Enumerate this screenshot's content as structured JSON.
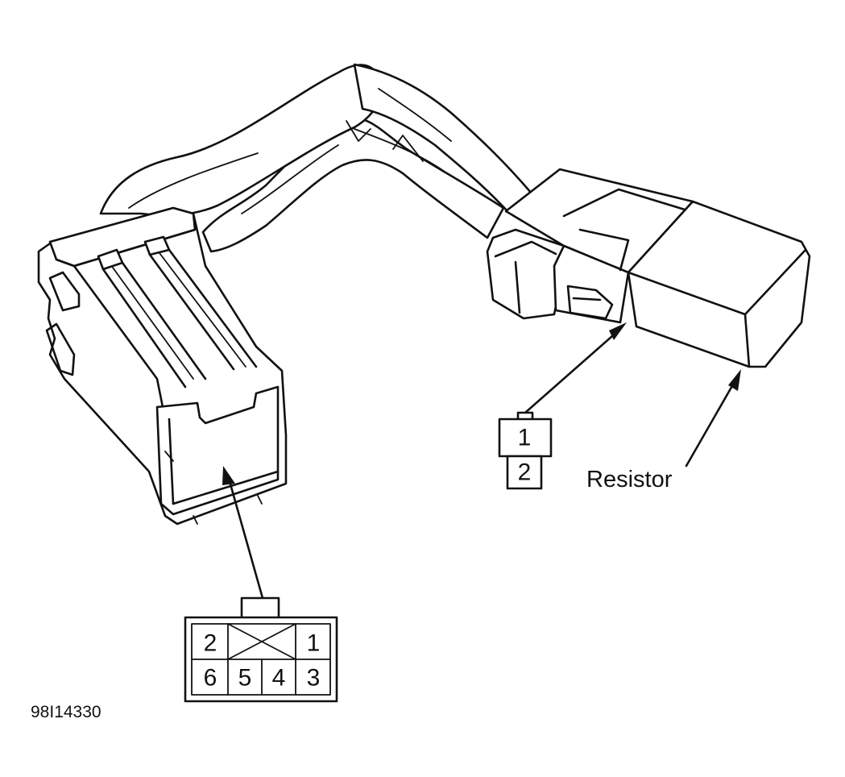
{
  "resistor_label": "Resistor",
  "figure_id": "98I14330",
  "large_connector_pins": {
    "top_row": [
      "2",
      "",
      "1"
    ],
    "bottom_row": [
      "6",
      "5",
      "4",
      "3"
    ]
  },
  "small_connector_pins": [
    "1",
    "2"
  ],
  "icons": {
    "large_connector": "six-pin-connector-icon",
    "resistor_plug": "resistor-plug-icon",
    "wire_harness": "wire-harness-icon",
    "leader_arrows": "arrow-icon"
  }
}
